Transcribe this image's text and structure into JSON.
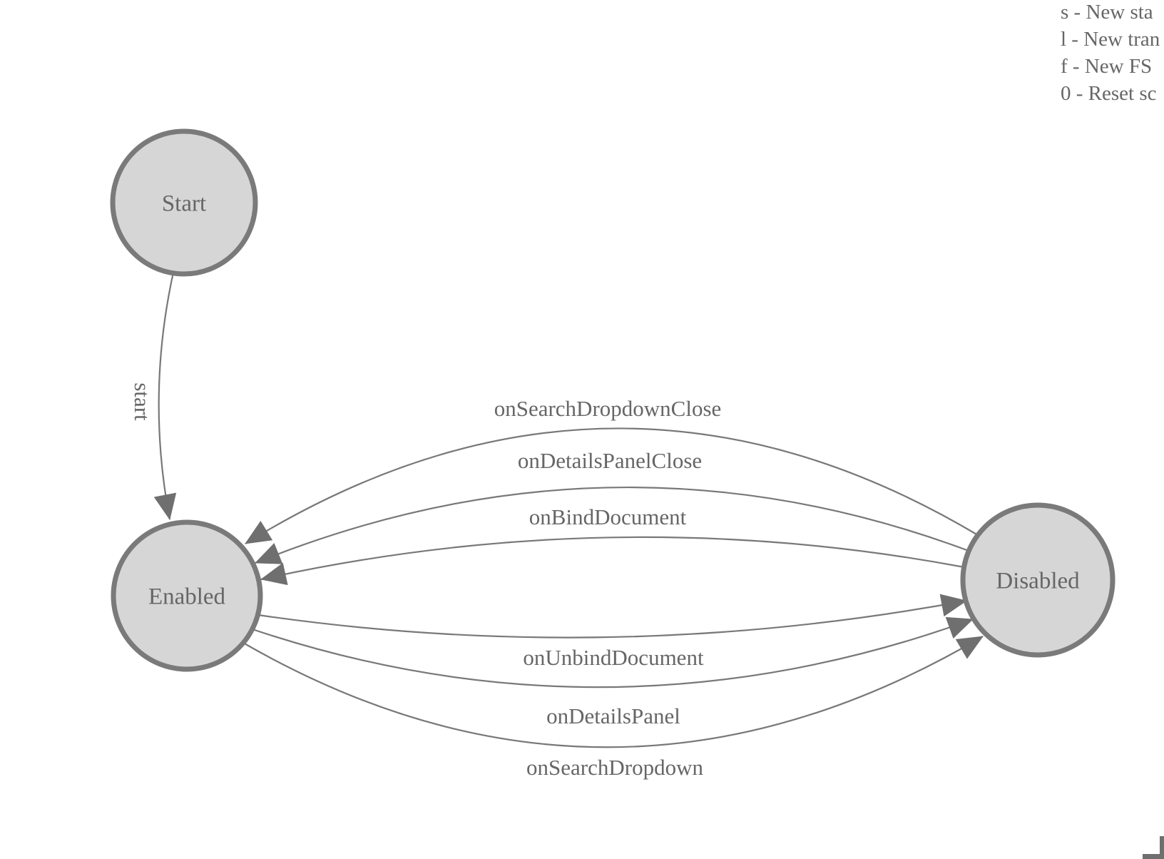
{
  "legend": {
    "items": [
      {
        "text": "s - New sta"
      },
      {
        "text": "l - New tran"
      },
      {
        "text": "f - New FS"
      },
      {
        "text": "0 - Reset sc"
      }
    ]
  },
  "diagram": {
    "states": [
      {
        "id": "start",
        "label": "Start"
      },
      {
        "id": "enabled",
        "label": "Enabled"
      },
      {
        "id": "disabled",
        "label": "Disabled"
      }
    ],
    "transitions": [
      {
        "label": "start",
        "from": "Start",
        "to": "Enabled"
      },
      {
        "label": "onSearchDropdownClose",
        "from": "Disabled",
        "to": "Enabled"
      },
      {
        "label": "onDetailsPanelClose",
        "from": "Disabled",
        "to": "Enabled"
      },
      {
        "label": "onBindDocument",
        "from": "Disabled",
        "to": "Enabled"
      },
      {
        "label": "onUnbindDocument",
        "from": "Enabled",
        "to": "Disabled"
      },
      {
        "label": "onDetailsPanel",
        "from": "Enabled",
        "to": "Disabled"
      },
      {
        "label": "onSearchDropdown",
        "from": "Enabled",
        "to": "Disabled"
      }
    ]
  },
  "colors": {
    "node_fill": "#d6d6d6",
    "node_stroke": "#7a7a7a",
    "edge_stroke": "#787878",
    "arrow_fill": "#6f6f6f",
    "label_text": "#666666",
    "background": "#ffffff"
  }
}
